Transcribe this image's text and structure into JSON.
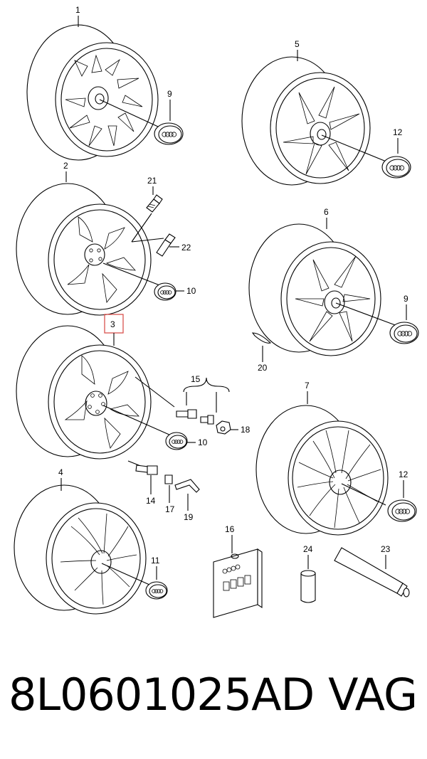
{
  "diagram": {
    "labels": {
      "l1": "1",
      "l2": "2",
      "l3": "3",
      "l4": "4",
      "l5": "5",
      "l6": "6",
      "l7": "7",
      "l9a": "9",
      "l9b": "9",
      "l10a": "10",
      "l10b": "10",
      "l11": "11",
      "l12a": "12",
      "l12b": "12",
      "l14": "14",
      "l15": "15",
      "l16": "16",
      "l17": "17",
      "l18": "18",
      "l19": "19",
      "l20": "20",
      "l21": "21",
      "l22": "22",
      "l23": "23",
      "l24": "24"
    },
    "highlight_color": "#d9534f"
  },
  "footer": {
    "part_number": "8L0601025AD",
    "brand": "VAG"
  }
}
